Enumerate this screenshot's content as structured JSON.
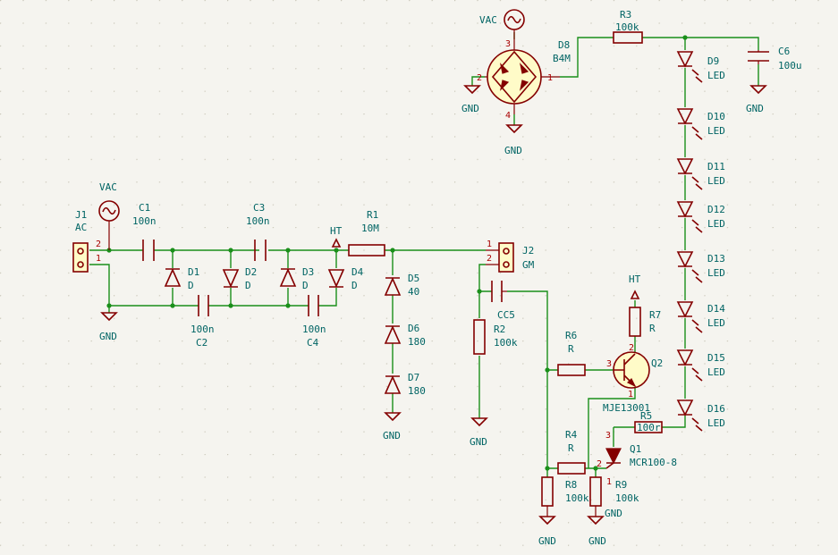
{
  "components": {
    "J1": {
      "ref": "J1",
      "value": "AC",
      "pin1": "1",
      "pin2": "2"
    },
    "J2": {
      "ref": "J2",
      "value": "GM",
      "pin1": "1",
      "pin2": "2"
    },
    "C1": {
      "ref": "C1",
      "value": "100n"
    },
    "C2": {
      "ref": "C2",
      "value": "100n"
    },
    "C3": {
      "ref": "C3",
      "value": "100n"
    },
    "C4": {
      "ref": "C4",
      "value": "100n"
    },
    "CC5": {
      "ref": "CC5",
      "value": ""
    },
    "C6": {
      "ref": "C6",
      "value": "100u"
    },
    "D1": {
      "ref": "D1",
      "value": "D"
    },
    "D2": {
      "ref": "D2",
      "value": "D"
    },
    "D3": {
      "ref": "D3",
      "value": "D"
    },
    "D4": {
      "ref": "D4",
      "value": "D"
    },
    "D5": {
      "ref": "D5",
      "value": "40"
    },
    "D6": {
      "ref": "D6",
      "value": "180"
    },
    "D7": {
      "ref": "D7",
      "value": "180"
    },
    "D8": {
      "ref": "D8",
      "value": "B4M",
      "pin1": "1",
      "pin2": "2",
      "pin3": "3",
      "pin4": "4"
    },
    "R1": {
      "ref": "R1",
      "value": "10M"
    },
    "R2": {
      "ref": "R2",
      "value": "100k"
    },
    "R3": {
      "ref": "R3",
      "value": "100k"
    },
    "R4": {
      "ref": "R4",
      "value": "R"
    },
    "R5": {
      "ref": "R5",
      "value": "100r"
    },
    "R6": {
      "ref": "R6",
      "value": "R"
    },
    "R7": {
      "ref": "R7",
      "value": "R"
    },
    "R8": {
      "ref": "R8",
      "value": "100k"
    },
    "R9": {
      "ref": "R9",
      "value": "100k"
    },
    "Q1": {
      "ref": "Q1",
      "value": "MCR100-8",
      "pin1": "1",
      "pin2": "2",
      "pin3": "3"
    },
    "Q2": {
      "ref": "Q2",
      "value": "MJE13001",
      "pin1": "1",
      "pin2": "2",
      "pin3": "3"
    },
    "leds": [
      {
        "ref": "D9",
        "value": "LED"
      },
      {
        "ref": "D10",
        "value": "LED"
      },
      {
        "ref": "D11",
        "value": "LED"
      },
      {
        "ref": "D12",
        "value": "LED"
      },
      {
        "ref": "D13",
        "value": "LED"
      },
      {
        "ref": "D14",
        "value": "LED"
      },
      {
        "ref": "D15",
        "value": "LED"
      },
      {
        "ref": "D16",
        "value": "LED"
      }
    ]
  },
  "power": {
    "vac": "VAC",
    "gnd": "GND",
    "ht": "HT"
  },
  "colors": {
    "background": "#f5f4ef",
    "wire": "#1a8f1a",
    "symbol": "#840000",
    "symbol_fill": "#fffbc8",
    "label": "#006464",
    "pin_number": "#a90000"
  }
}
